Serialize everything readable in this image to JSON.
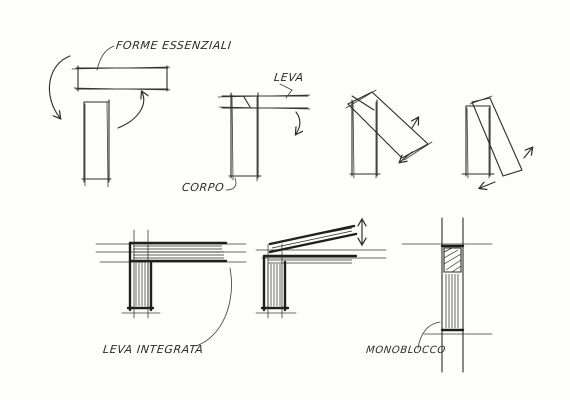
{
  "labels": {
    "forme_essenziali": "FORME ESSENZIALI",
    "leva": "LEVA",
    "corpo": "CORPO",
    "leva_integrata": "LEVA INTEGRATA",
    "monoblocco": "MONOBLOCCO"
  },
  "colors": {
    "ink": "#2b2b2b",
    "paper": "#fdfdfb"
  }
}
